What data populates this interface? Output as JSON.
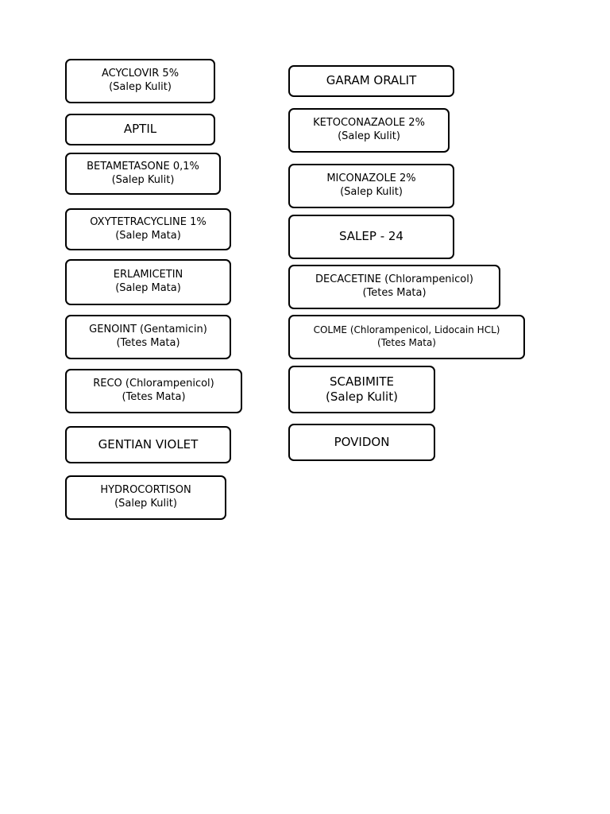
{
  "labels": {
    "acyclovir": {
      "line1": "ACYCLOVIR 5%",
      "line2": "(Salep Kulit)"
    },
    "aptil": {
      "line1": "APTIL"
    },
    "betametasone": {
      "line1": "BETAMETASONE 0,1%",
      "line2": "(Salep Kulit)"
    },
    "oxytetracycline": {
      "line1": "OXYTETRACYCLINE 1%",
      "line2": "(Salep Mata)"
    },
    "erlamicetin": {
      "line1": "ERLAMICETIN",
      "line2": "(Salep Mata)"
    },
    "genoint": {
      "line1": "GENOINT (Gentamicin)",
      "line2": "(Tetes Mata)"
    },
    "reco": {
      "line1": "RECO (Chlorampenicol)",
      "line2": "(Tetes Mata)"
    },
    "gentian": {
      "line1": "GENTIAN VIOLET"
    },
    "hydrocortison": {
      "line1": "HYDROCORTISON",
      "line2": "(Salep Kulit)"
    },
    "garam": {
      "line1": "GARAM ORALIT"
    },
    "ketoconazole": {
      "line1": "KETOCONAZAOLE 2%",
      "line2": "(Salep Kulit)"
    },
    "miconazole": {
      "line1": "MICONAZOLE 2%",
      "line2": "(Salep Kulit)"
    },
    "salep24": {
      "line1": "SALEP - 24"
    },
    "decacetine": {
      "line1": "DECACETINE (Chlorampenicol)",
      "line2": "(Tetes Mata)"
    },
    "colme": {
      "line1": "COLME (Chlorampenicol, Lidocain HCL)",
      "line2": "(Tetes Mata)"
    },
    "scabimite": {
      "line1": "SCABIMITE",
      "line2": "(Salep Kulit)"
    },
    "povidon": {
      "line1": "POVIDON"
    }
  }
}
